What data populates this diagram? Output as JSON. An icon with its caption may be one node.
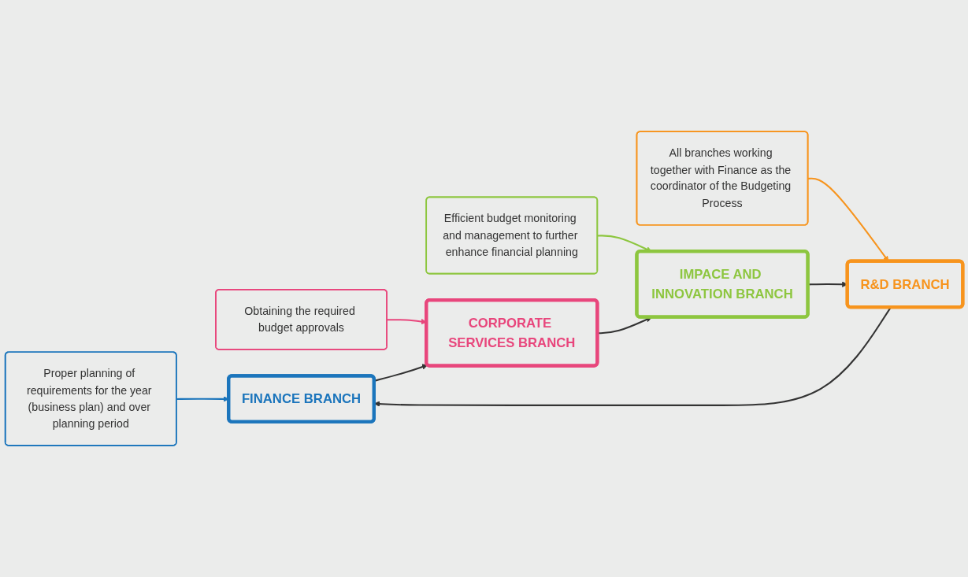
{
  "diagram": {
    "nodes": [
      {
        "text": [
          "Proper planning of requirements for the year (business plan) and over planning period"
        ]
      },
      {
        "text": [
          "FINANCE BRANCH"
        ]
      },
      {
        "text": [
          "CORPORATE SERVICES BRANCH"
        ]
      },
      {
        "text": [
          "Obtaining the required budget approvals"
        ]
      },
      {
        "text": [
          "All branches working together with Finance as the coordinator of the Budgeting Process"
        ]
      },
      {
        "text": [
          "R&D BRANCH"
        ]
      },
      {
        "text": [
          "IMPACE AND INNOVATION BRANCH"
        ]
      },
      {
        "text": [
          "Efficient budget monitoring and management to further enhance financial planning"
        ]
      }
    ],
    "edges": [
      {
        "from": 0,
        "to": 1,
        "arrow": "to",
        "color": "#1b75bc"
      },
      {
        "from": 3,
        "to": 2,
        "arrow": "to",
        "color": "#e8467c"
      },
      {
        "from": 4,
        "to": 5,
        "arrow": "to",
        "color": "#f7941d"
      },
      {
        "from": 7,
        "to": 6,
        "arrow": "to",
        "color": "#8dc63f"
      },
      {
        "from": 1,
        "to": 2,
        "arrow": "to"
      },
      {
        "from": 2,
        "to": 6,
        "arrow": "to"
      },
      {
        "from": 6,
        "to": 5,
        "arrow": "to"
      },
      {
        "from": 5,
        "to": 1,
        "arrow": "to"
      }
    ]
  }
}
